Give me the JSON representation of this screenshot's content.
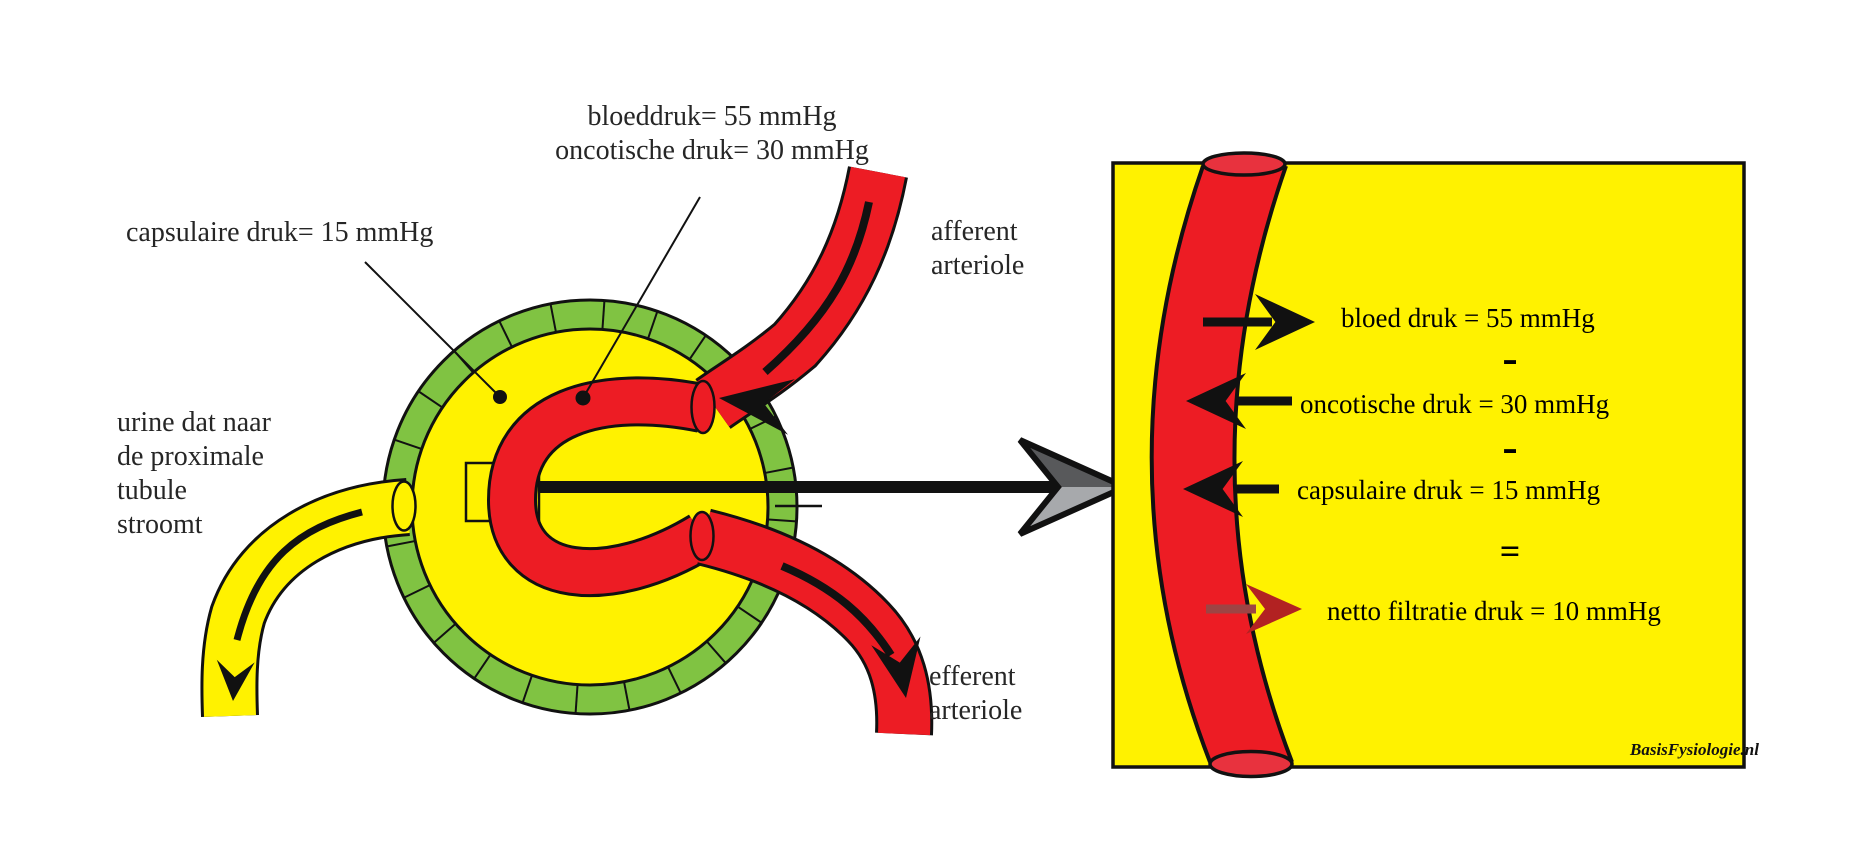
{
  "diagram": {
    "top_label": {
      "line1": "bloeddruk= 55 mmHg",
      "line2": "oncotische druk= 30 mmHg"
    },
    "capsular_label": "capsulaire druk= 15 mmHg",
    "urine_label": {
      "line1": "urine dat naar",
      "line2": "de proximale",
      "line3": "tubule",
      "line4": "stroomt"
    },
    "afferent_label": {
      "line1": "afferent",
      "line2": "arteriole"
    },
    "efferent_label": {
      "line1": "efferent",
      "line2": "arteriole"
    }
  },
  "panel": {
    "blood_pressure": "bloed druk = 55 mmHg",
    "operator_minus_1": "-",
    "oncotic_pressure": "oncotische druk = 30 mmHg",
    "operator_minus_2": "-",
    "capsular_pressure": "capsulaire druk = 15 mmHg",
    "operator_equals": "=",
    "net_filtration_pressure": "netto filtratie druk = 10 mmHg",
    "watermark": "BasisFysiologie.nl"
  },
  "colors": {
    "vessel_red": "#ED1C24",
    "cap_red": "#E8323E",
    "capsule_green": "#80C342",
    "filtrate_yellow": "#FFF200",
    "net_arrow_red": "#B22222",
    "net_arrow_shaft": "#9E4444",
    "arrow_gray_dark": "#58595B",
    "arrow_gray_light": "#A7A9AC",
    "outline_black": "#111111"
  }
}
